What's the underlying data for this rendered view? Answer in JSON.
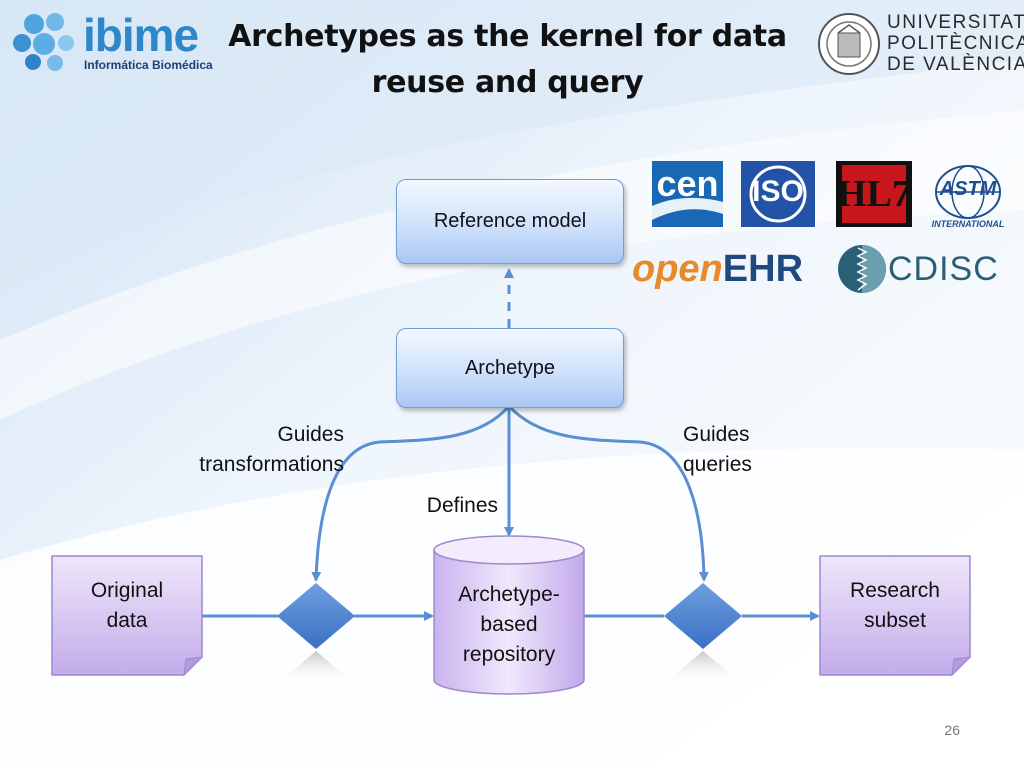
{
  "slide": {
    "title": "Archetypes as the kernel for data reuse and query",
    "page_number": "26"
  },
  "header": {
    "left_logo": {
      "word": "ibime",
      "subtitle": "Informática Biomédica"
    },
    "right_logo": {
      "lines": [
        "UNIVERSITAT",
        "POLITÈCNICA",
        "DE VALÈNCIA"
      ]
    }
  },
  "standards_logos": {
    "cen": "cen",
    "iso": "ISO",
    "hl7": "HL7",
    "astm": "ASTM",
    "astm_sub": "INTERNATIONAL",
    "openehr_a": "open",
    "openehr_b": "EHR",
    "cdisc": "CDISC"
  },
  "diagram": {
    "reference_model": "Reference model",
    "archetype": "Archetype",
    "guides_transformations": [
      "Guides",
      "transformations"
    ],
    "guides_queries": [
      "Guides",
      "queries"
    ],
    "defines": "Defines",
    "original_data": [
      "Original",
      "data"
    ],
    "repository": [
      "Archetype-",
      "based",
      "repository"
    ],
    "research_subset": [
      "Research",
      "subset"
    ]
  },
  "colors": {
    "accent": "#2e87c8",
    "box_blue": "#a9c8f2",
    "doc_purple": "#cdb8ee",
    "arrow": "#5b8ed3"
  }
}
